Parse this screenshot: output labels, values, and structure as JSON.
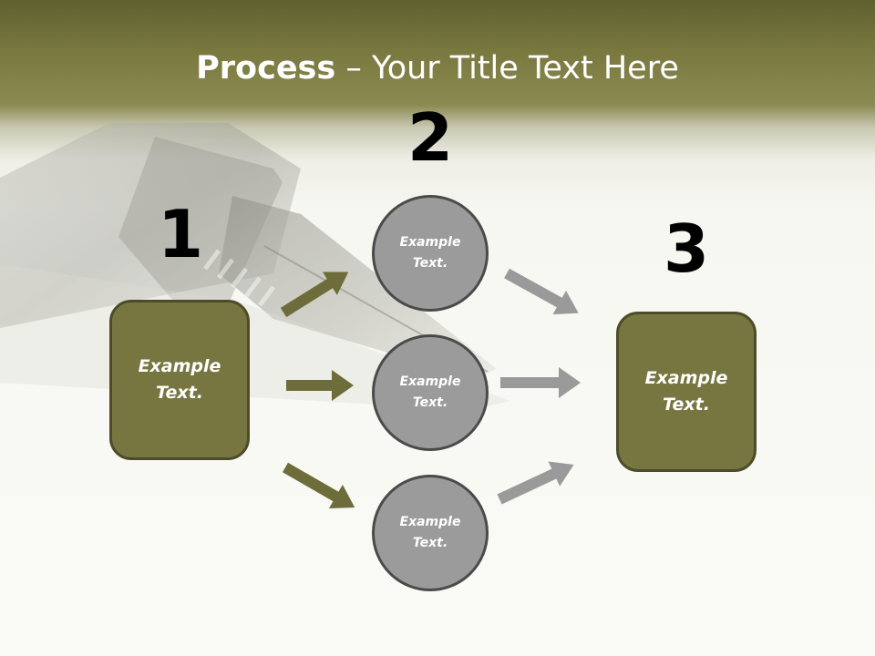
{
  "title": {
    "bold": "Process",
    "rest": " – Your Title Text Here"
  },
  "steps": {
    "one": "1",
    "two": "2",
    "three": "3"
  },
  "nodes": {
    "left_box": "Example Text.",
    "circle_top": "Example Text.",
    "circle_middle": "Example Text.",
    "circle_bottom": "Example Text.",
    "right_box": "Example Text."
  },
  "colors": {
    "header_olive": "#6b6b36",
    "box_fill": "#787640",
    "box_border": "#4d4c29",
    "circle_fill": "#9b9b9b",
    "circle_border": "#4a4a4a",
    "arrow_olive": "#6d6c3a",
    "arrow_gray": "#9a9a9a"
  }
}
